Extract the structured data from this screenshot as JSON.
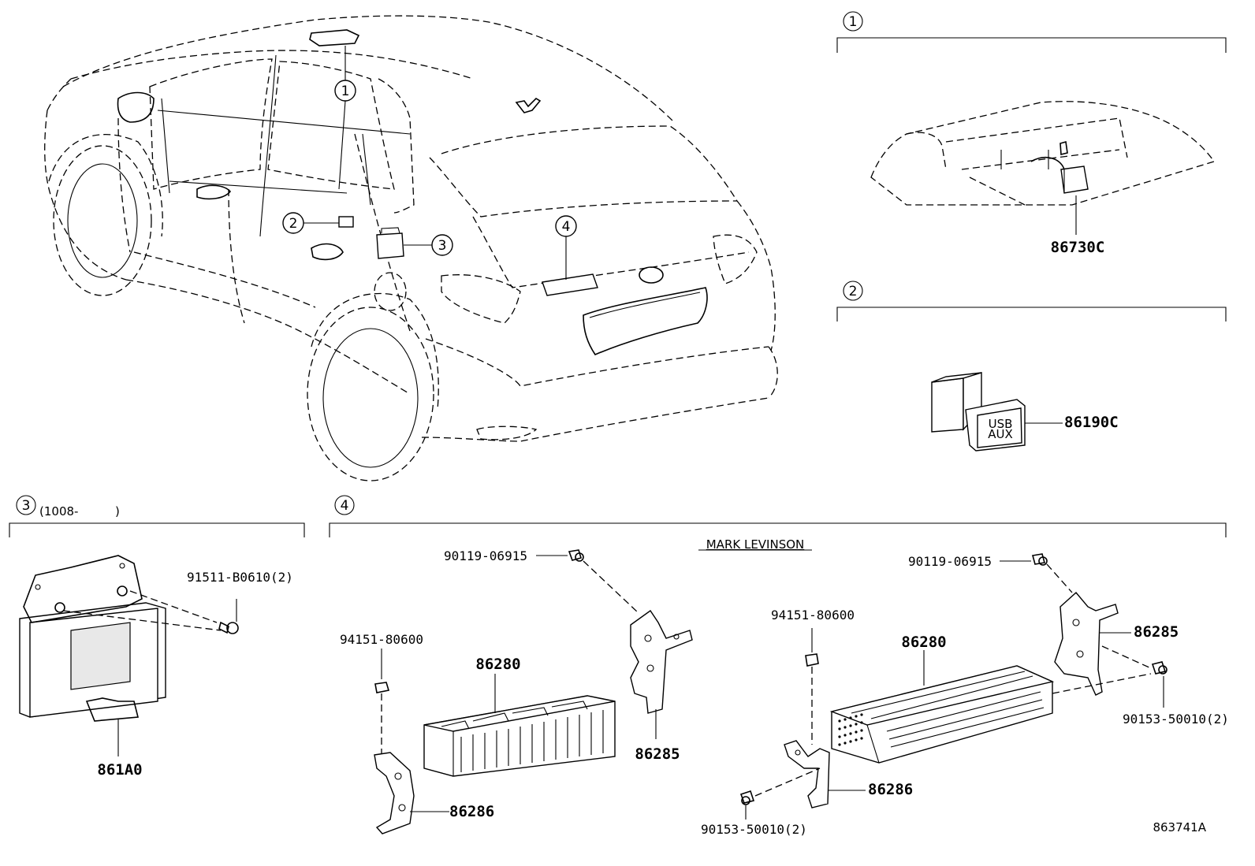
{
  "callouts": {
    "c1": "1",
    "c2": "2",
    "c3": "3",
    "c4": "4"
  },
  "section1": {
    "number": "1",
    "part": "86730C"
  },
  "section2": {
    "number": "2",
    "part": "86190C",
    "button_line1": "USB",
    "button_line2": "AUX"
  },
  "section3": {
    "number": "3",
    "date": "(1008-",
    "date_close": ")",
    "bolt": "91511-B0610(2)",
    "unit": "861A0"
  },
  "section4": {
    "number": "4",
    "caption": "MARK LEVINSON",
    "left": {
      "bolt_top": "90119-06915",
      "nut": "94151-80600",
      "amp": "86280",
      "bracket_r": "86285",
      "bracket_l": "86286"
    },
    "right": {
      "bolt_top": "90119-06915",
      "nut": "94151-80600",
      "amp": "86280",
      "bracket_r": "86285",
      "bolt_r": "90153-50010(2)",
      "bracket_l": "86286",
      "bolt_l": "90153-50010(2)"
    }
  },
  "diagram_id": "863741A"
}
